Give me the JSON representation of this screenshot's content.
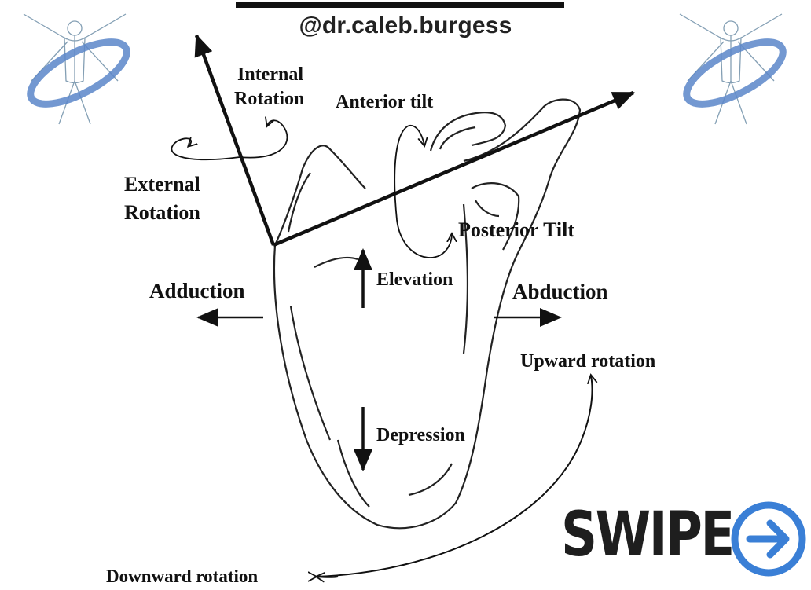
{
  "header": {
    "handle": "@dr.caleb.burgess"
  },
  "labels": {
    "internal_rotation_line1": "Internal",
    "internal_rotation_line2": "Rotation",
    "anterior_tilt": "Anterior tilt",
    "external_rotation_line1": "External",
    "external_rotation_line2": "Rotation",
    "posterior_tilt": "Posterior Tilt",
    "elevation": "Elevation",
    "adduction": "Adduction",
    "abduction": "Abduction",
    "upward_rotation": "Upward rotation",
    "depression": "Depression",
    "downward_rotation": "Downward rotation"
  },
  "swipe": {
    "label": "SWIPE",
    "icon": "arrow-right-circle-icon",
    "color": "#3a7fd6"
  },
  "logos": {
    "icon": "vitruvian-man-logo-icon",
    "accent": "#5b86c9"
  }
}
